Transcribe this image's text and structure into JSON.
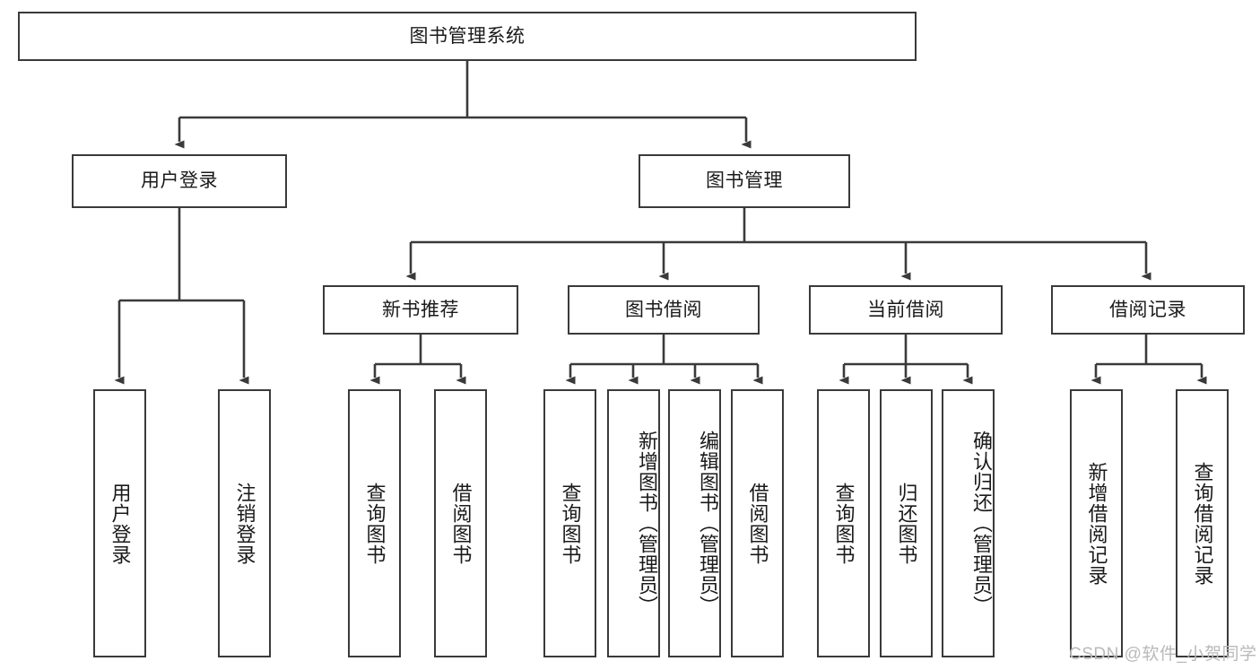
{
  "diagram": {
    "title": "图书管理系统",
    "type": "tree-hierarchy",
    "watermark": "CSDN @软件_小贺同学",
    "colors": {
      "stroke": "#3a3a3a",
      "fill": "#ffffff",
      "text": "#1a1a1a",
      "watermark": "#b9b9b9"
    },
    "levels": {
      "root": {
        "label": "图书管理系统"
      },
      "level2": [
        {
          "label": "用户登录"
        },
        {
          "label": "图书管理"
        }
      ],
      "level3": [
        {
          "label": "新书推荐"
        },
        {
          "label": "图书借阅"
        },
        {
          "label": "当前借阅"
        },
        {
          "label": "借阅记录"
        }
      ],
      "leaves": {
        "user_login": [
          {
            "label": "用户登录"
          },
          {
            "label": "注销登录"
          }
        ],
        "new_book_recommend": [
          {
            "label": "查询图书"
          },
          {
            "label": "借阅图书"
          }
        ],
        "book_borrow": [
          {
            "label": "查询图书"
          },
          {
            "label": "新增图书（管理员）"
          },
          {
            "label": "编辑图书（管理员）"
          },
          {
            "label": "借阅图书"
          }
        ],
        "current_borrow": [
          {
            "label": "查询图书"
          },
          {
            "label": "归还图书"
          },
          {
            "label": "确认归还（管理员）"
          }
        ],
        "borrow_record": [
          {
            "label": "新增借阅记录"
          },
          {
            "label": "查询借阅记录"
          }
        ]
      }
    }
  }
}
